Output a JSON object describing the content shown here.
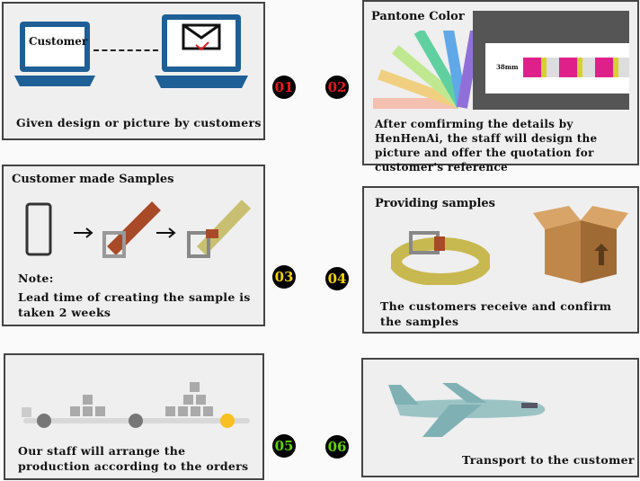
{
  "step1": {
    "screen_label": "Customer",
    "caption": "Given design or picture by customers"
  },
  "step2": {
    "title": "Pantone Color",
    "size_label": "38mm",
    "caption": "After comfirming the details by HenHenAi, the staff will design the picture and offer the quotation for customer's reference"
  },
  "step3": {
    "title": "Customer made Samples",
    "note_label": "Note:",
    "caption": "Lead time of creating the sample is taken 2 weeks"
  },
  "step4": {
    "title": "Providing samples",
    "caption": "The customers receive and confirm the samples"
  },
  "step5": {
    "caption": "Our staff will arrange the production according to the orders"
  },
  "step6": {
    "caption": "Transport to the customer"
  },
  "badges": [
    {
      "label": "01",
      "color": "#e8191f"
    },
    {
      "label": "02",
      "color": "#e8191f"
    },
    {
      "label": "03",
      "color": "#f5d300"
    },
    {
      "label": "04",
      "color": "#f5d300"
    },
    {
      "label": "05",
      "color": "#5fd400"
    },
    {
      "label": "06",
      "color": "#5fd400"
    }
  ]
}
